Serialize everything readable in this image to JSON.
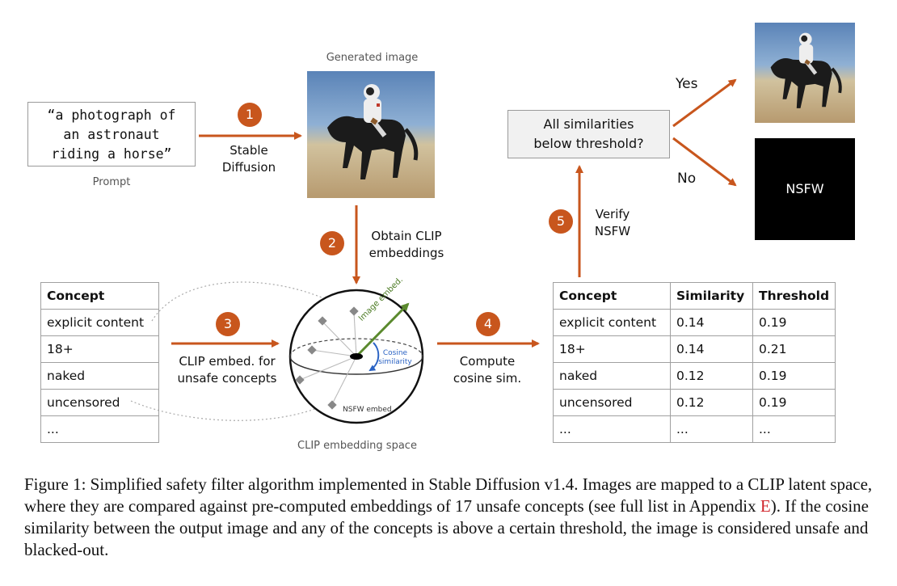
{
  "prompt": {
    "text_lines": [
      "“a photograph of",
      "an astronaut",
      "riding a horse”"
    ],
    "label": "Prompt"
  },
  "generated_image": {
    "label": "Generated image"
  },
  "steps": {
    "s1": {
      "num": "1",
      "lines": [
        "Stable",
        "Diffusion"
      ]
    },
    "s2": {
      "num": "2",
      "lines": [
        "Obtain CLIP",
        "embeddings"
      ]
    },
    "s3": {
      "num": "3",
      "lines": [
        "CLIP embed. for",
        "unsafe concepts"
      ]
    },
    "s4": {
      "num": "4",
      "lines": [
        "Compute",
        "cosine sim."
      ]
    },
    "s5": {
      "num": "5",
      "lines": [
        "Verify",
        "NSFW"
      ]
    }
  },
  "decision": {
    "lines": [
      "All similarities",
      "below threshold?"
    ],
    "yes": "Yes",
    "no": "No"
  },
  "nsfw_output": "NSFW",
  "sphere": {
    "image_embed": "Image embed.",
    "cosine_lines": [
      "Cosine",
      "similarity"
    ],
    "nsfw_embed": "NSFW embed.",
    "caption": "CLIP embedding space"
  },
  "concept_table": {
    "header": "Concept",
    "rows": [
      "explicit content",
      "18+",
      "naked",
      "uncensored",
      "..."
    ]
  },
  "similarity_table": {
    "headers": [
      "Concept",
      "Similarity",
      "Threshold"
    ],
    "rows": [
      [
        "explicit content",
        "0.14",
        "0.19"
      ],
      [
        "18+",
        "0.14",
        "0.21"
      ],
      [
        "naked",
        "0.12",
        "0.19"
      ],
      [
        "uncensored",
        "0.12",
        "0.19"
      ],
      [
        "...",
        "...",
        "..."
      ]
    ]
  },
  "caption": {
    "part1": "Figure 1: Simplified safety filter algorithm implemented in Stable Diffusion v1.4. Images are mapped to a CLIP latent space, where they are compared against pre-computed embeddings of 17 unsafe concepts (see full list in Appendix ",
    "ref": "E",
    "part2": "). If the cosine similarity between the output image and any of the concepts is above a certain threshold, the image is considered unsafe and blacked-out."
  },
  "colors": {
    "accent": "#c8561d",
    "image_embed": "#5b8a2e",
    "cosine": "#2b63c4",
    "nsfw_bg": "#000000"
  }
}
